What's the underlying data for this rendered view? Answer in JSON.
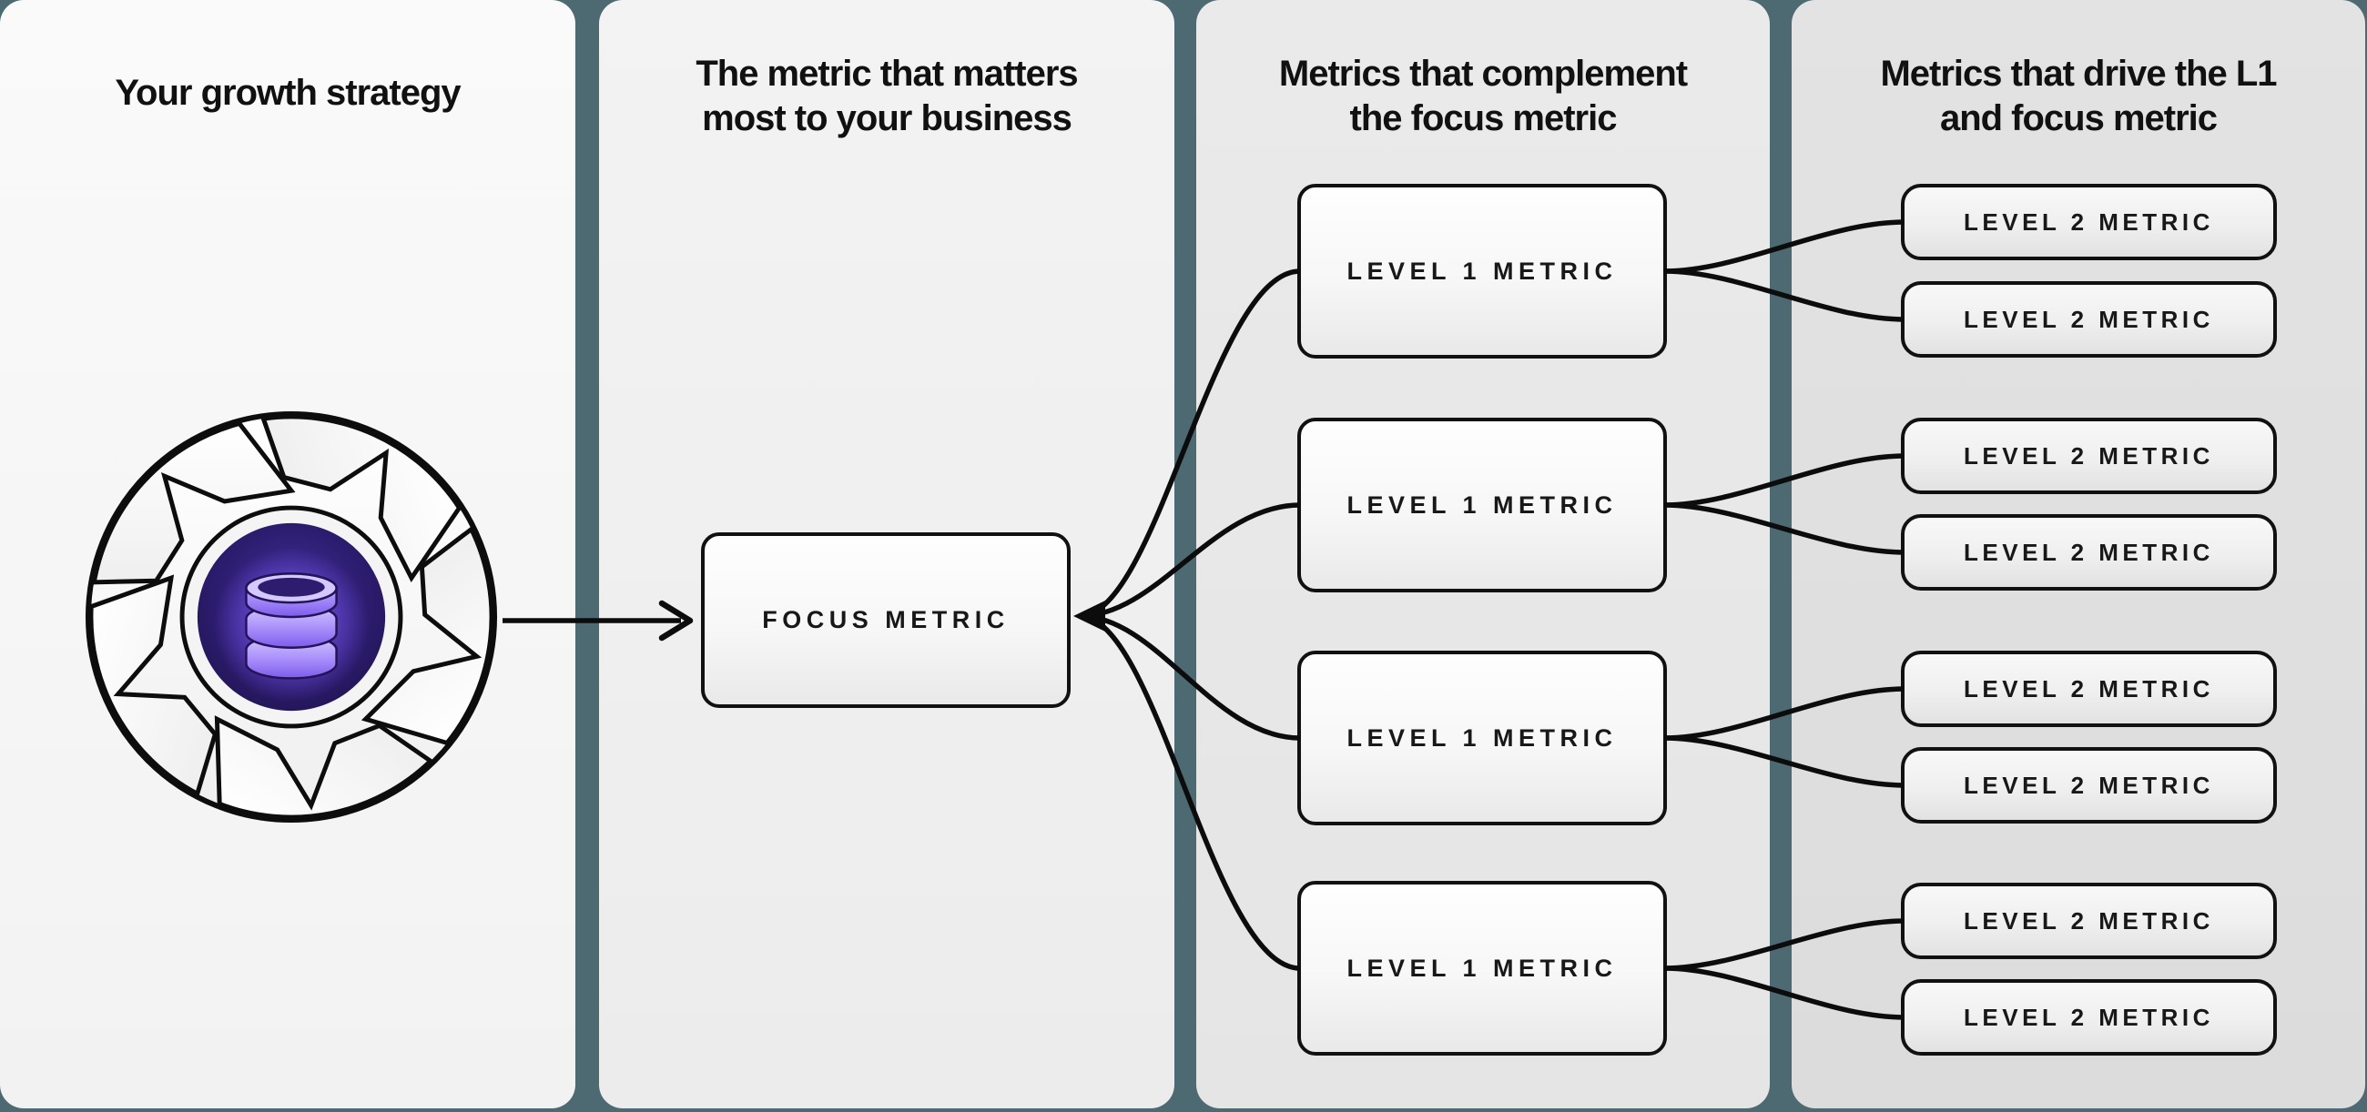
{
  "colors": {
    "background_teal": "#4d6972",
    "ink": "#111111",
    "panel_light": "#f5f5f5",
    "panel_dark": "#e0e0e0",
    "accent_purple": "#8468ee",
    "accent_lavender": "#cfc3ff",
    "accent_indigo_dark": "#241556"
  },
  "panels": [
    {
      "title_lines": [
        "Your growth strategy"
      ]
    },
    {
      "title_lines": [
        "The metric that matters",
        "most to your business"
      ],
      "box": "FOCUS METRIC"
    },
    {
      "title_lines": [
        "Metrics that complement",
        "the focus metric"
      ],
      "boxes": [
        "LEVEL 1 METRIC",
        "LEVEL 1 METRIC",
        "LEVEL 1 METRIC",
        "LEVEL 1 METRIC"
      ]
    },
    {
      "title_lines": [
        "Metrics that drive the L1",
        "and focus metric"
      ],
      "boxes": [
        "LEVEL 2 METRIC",
        "LEVEL 2 METRIC",
        "LEVEL 2 METRIC",
        "LEVEL 2 METRIC",
        "LEVEL 2 METRIC",
        "LEVEL 2 METRIC",
        "LEVEL 2 METRIC",
        "LEVEL 2 METRIC"
      ]
    }
  ],
  "icon": {
    "name": "flywheel-database-icon"
  }
}
